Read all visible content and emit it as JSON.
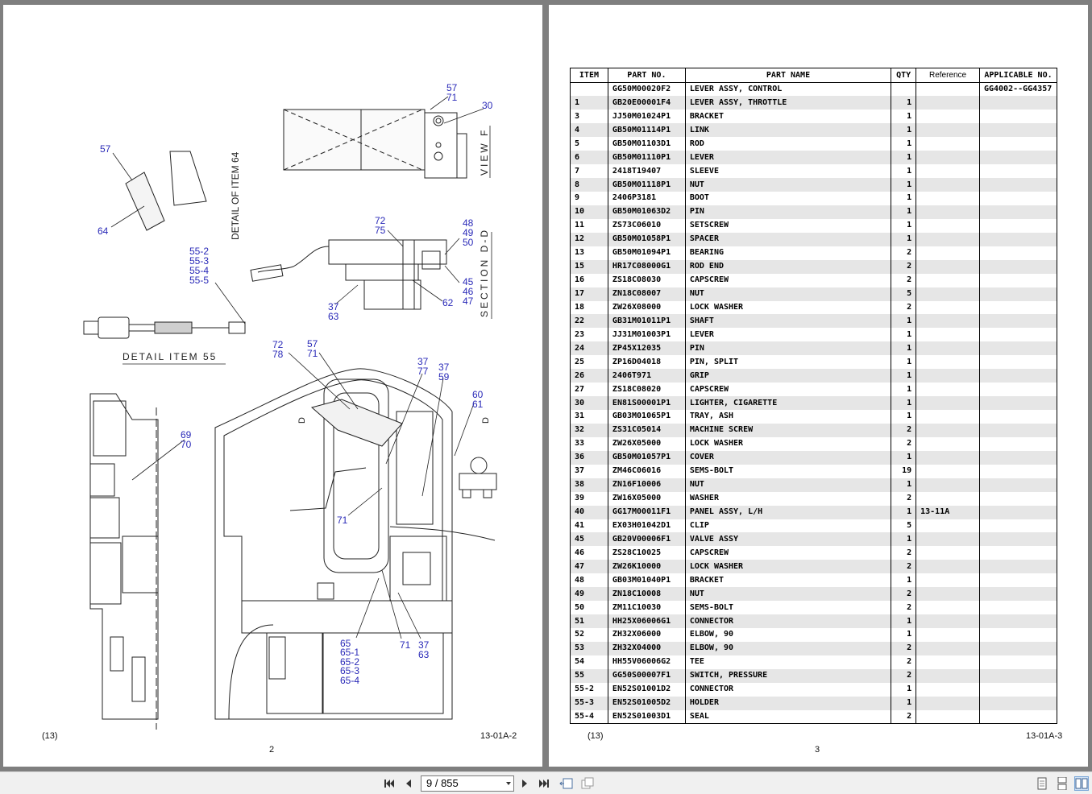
{
  "left_page": {
    "footer_left": "(13)",
    "footer_right": "13-01A-2",
    "page_number": "2",
    "labels": {
      "detail_item_64": "DETAIL OF ITEM 64",
      "view_f": "VIEW F",
      "section_dd": "SECTION D-D",
      "detail_item_55": "DETAIL ITEM 55",
      "section_marker": "D",
      "callouts": [
        "57",
        "71",
        "30",
        "57",
        "64",
        "72",
        "75",
        "48",
        "49",
        "50",
        "55-2",
        "55-3",
        "55-4",
        "55-5",
        "45",
        "46",
        "47",
        "62",
        "37",
        "63",
        "72",
        "78",
        "57",
        "71",
        "37",
        "77",
        "37",
        "59",
        "60",
        "61",
        "69",
        "70",
        "71",
        "65",
        "65-1",
        "65-2",
        "65-3",
        "65-4",
        "71",
        "37",
        "63"
      ]
    }
  },
  "right_page": {
    "footer_left": "(13)",
    "footer_right": "13-01A-3",
    "page_number": "3",
    "table": {
      "headers": [
        "ITEM",
        "PART NO.",
        "PART NAME",
        "QTY",
        "Reference",
        "APPLICABLE NO."
      ],
      "rows": [
        [
          "",
          "GG50M00020F2",
          "LEVER ASSY, CONTROL",
          "",
          "",
          "GG4002--GG4357"
        ],
        [
          "1",
          "GB20E00001F4",
          "LEVER ASSY, THROTTLE",
          "1",
          "",
          ""
        ],
        [
          "3",
          "JJ50M01024P1",
          "BRACKET",
          "1",
          "",
          ""
        ],
        [
          "4",
          "GB50M01114P1",
          "LINK",
          "1",
          "",
          ""
        ],
        [
          "5",
          "GB50M01103D1",
          "ROD",
          "1",
          "",
          ""
        ],
        [
          "6",
          "GB50M01110P1",
          "LEVER",
          "1",
          "",
          ""
        ],
        [
          "7",
          "2418T19407",
          "SLEEVE",
          "1",
          "",
          ""
        ],
        [
          "8",
          "GB50M01118P1",
          "NUT",
          "1",
          "",
          ""
        ],
        [
          "9",
          "2406P3181",
          "BOOT",
          "1",
          "",
          ""
        ],
        [
          "10",
          "GB50M01063D2",
          "PIN",
          "1",
          "",
          ""
        ],
        [
          "11",
          "ZS73C06010",
          "SETSCREW",
          "1",
          "",
          ""
        ],
        [
          "12",
          "GB50M01058P1",
          "SPACER",
          "1",
          "",
          ""
        ],
        [
          "13",
          "GB50M01094P1",
          "BEARING",
          "2",
          "",
          ""
        ],
        [
          "15",
          "HR17C08000G1",
          "ROD END",
          "2",
          "",
          ""
        ],
        [
          "16",
          "ZS18C08030",
          "CAPSCREW",
          "2",
          "",
          ""
        ],
        [
          "17",
          "ZN18C08007",
          "NUT",
          "5",
          "",
          ""
        ],
        [
          "18",
          "ZW26X08000",
          "LOCK WASHER",
          "2",
          "",
          ""
        ],
        [
          "22",
          "GB31M01011P1",
          "SHAFT",
          "1",
          "",
          ""
        ],
        [
          "23",
          "JJ31M01003P1",
          "LEVER",
          "1",
          "",
          ""
        ],
        [
          "24",
          "ZP45X12035",
          "PIN",
          "1",
          "",
          ""
        ],
        [
          "25",
          "ZP16D04018",
          "PIN, SPLIT",
          "1",
          "",
          ""
        ],
        [
          "26",
          "2406T971",
          "GRIP",
          "1",
          "",
          ""
        ],
        [
          "27",
          "ZS18C08020",
          "CAPSCREW",
          "1",
          "",
          ""
        ],
        [
          "30",
          "EN81S00001P1",
          "LIGHTER, CIGARETTE",
          "1",
          "",
          ""
        ],
        [
          "31",
          "GB03M01065P1",
          "TRAY, ASH",
          "1",
          "",
          ""
        ],
        [
          "32",
          "ZS31C05014",
          "MACHINE SCREW",
          "2",
          "",
          ""
        ],
        [
          "33",
          "ZW26X05000",
          "LOCK WASHER",
          "2",
          "",
          ""
        ],
        [
          "36",
          "GB50M01057P1",
          "COVER",
          "1",
          "",
          ""
        ],
        [
          "37",
          "ZM46C06016",
          "SEMS-BOLT",
          "19",
          "",
          ""
        ],
        [
          "38",
          "ZN16F10006",
          "NUT",
          "1",
          "",
          ""
        ],
        [
          "39",
          "ZW16X05000",
          "WASHER",
          "2",
          "",
          ""
        ],
        [
          "40",
          "GG17M00011F1",
          "PANEL ASSY, L/H",
          "1",
          "13-11A",
          ""
        ],
        [
          "41",
          "EX03H01042D1",
          "CLIP",
          "5",
          "",
          ""
        ],
        [
          "45",
          "GB20V00006F1",
          "VALVE ASSY",
          "1",
          "",
          ""
        ],
        [
          "46",
          "ZS28C10025",
          "CAPSCREW",
          "2",
          "",
          ""
        ],
        [
          "47",
          "ZW26K10000",
          "LOCK WASHER",
          "2",
          "",
          ""
        ],
        [
          "48",
          "GB03M01040P1",
          "BRACKET",
          "1",
          "",
          ""
        ],
        [
          "49",
          "ZN18C10008",
          "NUT",
          "2",
          "",
          ""
        ],
        [
          "50",
          "ZM11C10030",
          "SEMS-BOLT",
          "2",
          "",
          ""
        ],
        [
          "51",
          "HH25X06006G1",
          "CONNECTOR",
          "1",
          "",
          ""
        ],
        [
          "52",
          "ZH32X06000",
          "ELBOW, 90",
          "1",
          "",
          ""
        ],
        [
          "53",
          "ZH32X04000",
          "ELBOW, 90",
          "2",
          "",
          ""
        ],
        [
          "54",
          "HH55V06006G2",
          "TEE",
          "2",
          "",
          ""
        ],
        [
          "55",
          "GG50S00007F1",
          "SWITCH, PRESSURE",
          "2",
          "",
          ""
        ],
        [
          "55-2",
          "EN52S01001D2",
          "CONNECTOR",
          "1",
          "",
          ""
        ],
        [
          "55-3",
          "EN52S01005D2",
          "HOLDER",
          "1",
          "",
          ""
        ],
        [
          "55-4",
          "EN52S01003D1",
          "SEAL",
          "2",
          "",
          ""
        ]
      ]
    }
  },
  "toolbar": {
    "page_indicator": "9 / 855",
    "icons": [
      "first-page-icon",
      "prev-page-icon",
      "next-page-icon",
      "last-page-icon",
      "fit-width-icon",
      "rotate-icon",
      "single-page-icon",
      "continuous-page-icon",
      "two-page-icon"
    ]
  },
  "colors": {
    "callout": "#2a2ab8",
    "background": "#7f7f7f",
    "toolbar": "#f0f0f0"
  }
}
